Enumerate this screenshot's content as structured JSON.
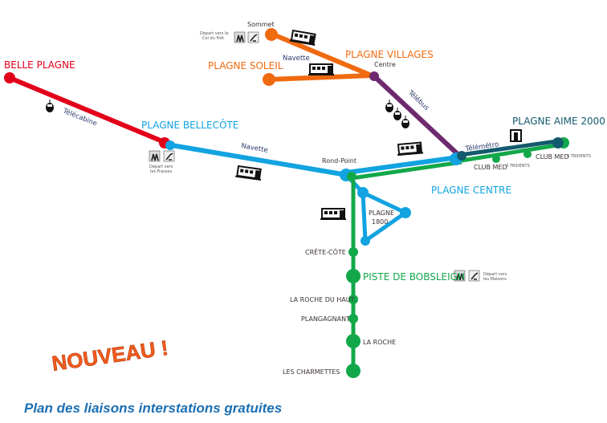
{
  "colors": {
    "red": "#e2001a",
    "blue": "#12a3e0",
    "green": "#12a84a",
    "orange": "#f06a10",
    "purple": "#6e2a6e",
    "teal": "#145a6e"
  },
  "stations": {
    "belle_plagne": "BELLE PLAGNE",
    "bellecote": "PLAGNE BELLECÔTE",
    "soleil": "PLAGNE SOLEIL",
    "villages": "PLAGNE VILLAGES",
    "villages_centre": "Centre",
    "sommet": "Sommet",
    "aime2000": "PLAGNE AIME 2000",
    "centre": "PLAGNE CENTRE",
    "rond_point": "Rond-Point",
    "plagne1800_a": "PLAGNE",
    "plagne1800_b": "1800",
    "crete_cote": "CRÊTE-CÔTE",
    "bobsleigh": "PISTE DE BOBSLEIGH",
    "roche_haut": "LA ROCHE DU HAUT",
    "plangagnant": "PLANGAGNANT",
    "la_roche": "LA ROCHE",
    "charmettes": "LES CHARMETTES",
    "clubmed1": "CLUB MED",
    "clubmed1_sup": "3 TRIDENTS",
    "clubmed2": "CLUB MED",
    "clubmed2_sup": "4 TRIDENTS"
  },
  "lines": {
    "telecabine": "Télécabine",
    "navette1": "Navette",
    "navette2": "Navette",
    "telebus": "Télébus",
    "telemetro": "Télémétro"
  },
  "departures": {
    "sommet_a": "Départ vers le",
    "sommet_b": "Col du Frêt",
    "bellecote_a": "Départ vers",
    "bellecote_b": "les Frasses",
    "bobsleigh_a": "Départ vers",
    "bobsleigh_b": "les Maisons"
  },
  "nouveau": "NOUVEAU  !",
  "footer_title": "Plan des liaisons interstations gratuites"
}
